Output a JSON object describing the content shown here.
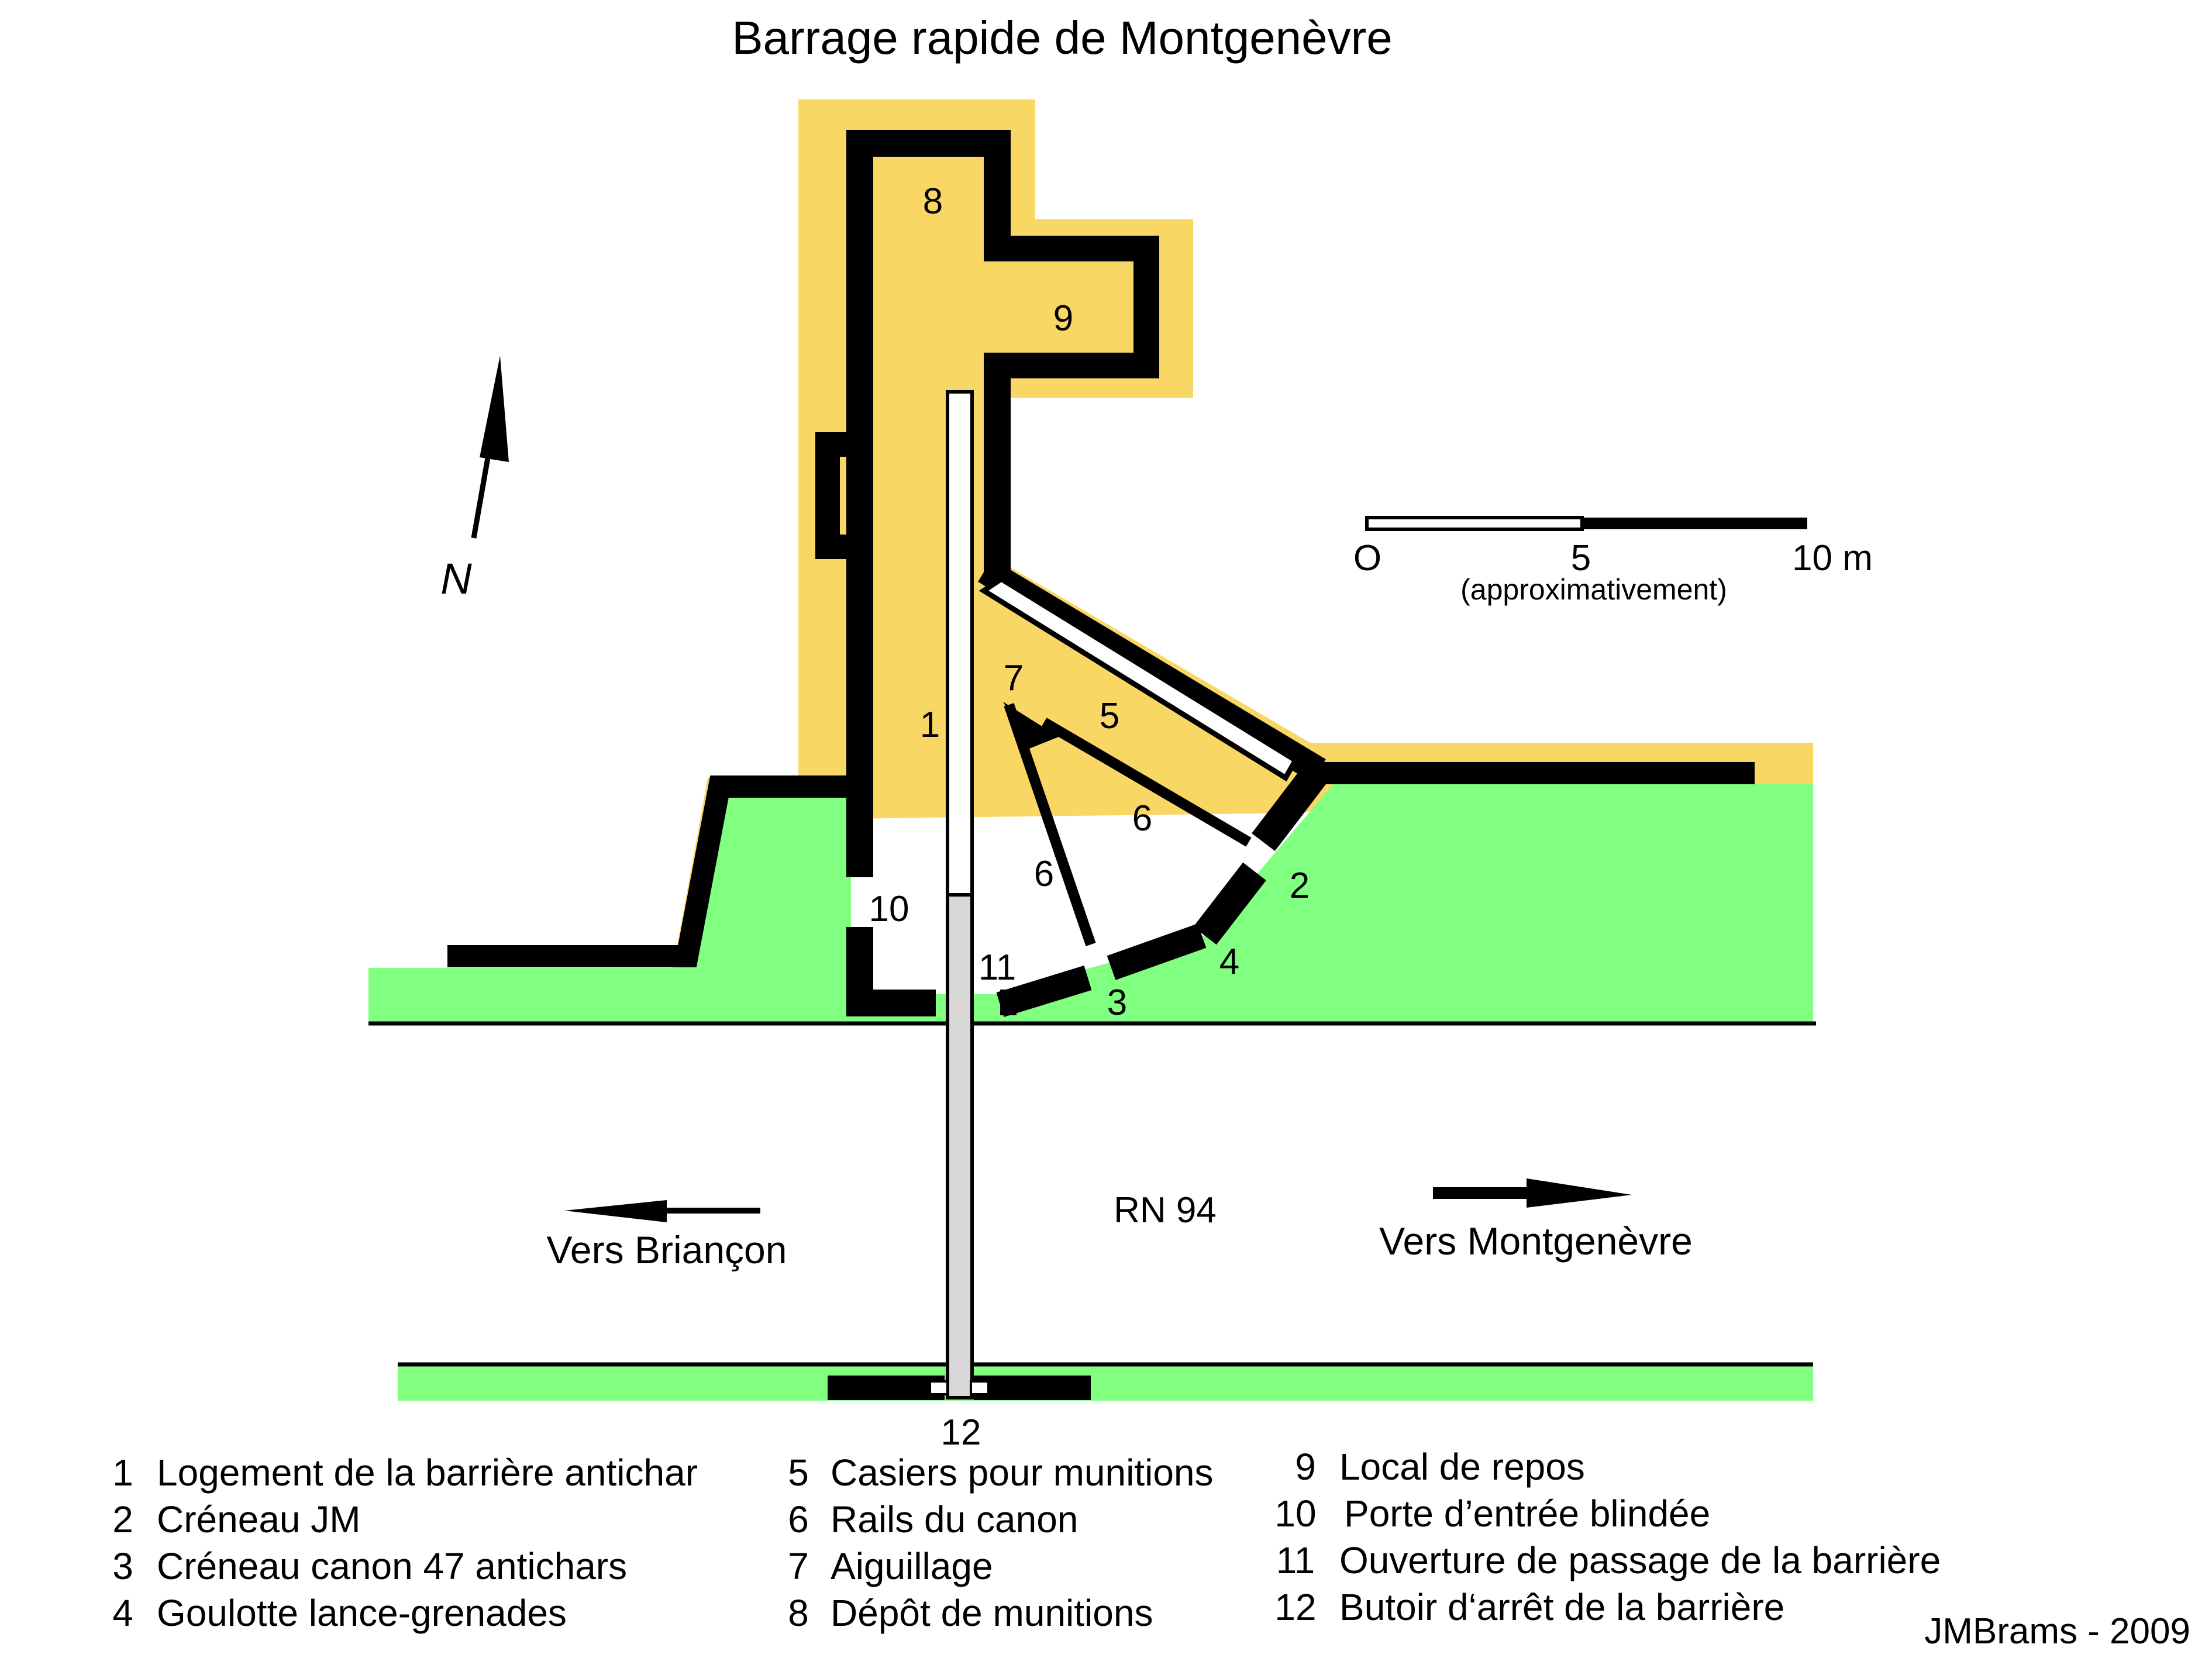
{
  "title": "Barrage rapide de Montgenèvre",
  "map_labels": {
    "n1": "1",
    "n2": "2",
    "n3": "3",
    "n4": "4",
    "n5": "5",
    "n6a": "6",
    "n6b": "6",
    "n7": "7",
    "n8": "8",
    "n9": "9",
    "n10": "10",
    "n11": "11",
    "n12": "12"
  },
  "road": {
    "name": "RN 94",
    "left_direction": "Vers Briançon",
    "right_direction": "Vers Montgenèvre"
  },
  "north_label": "N",
  "scale": {
    "label_start": "O",
    "label_mid": "5",
    "label_end": "10 m",
    "note": "(approximativement)"
  },
  "legend": [
    {
      "num": "1",
      "text": "Logement de la barrière antichar"
    },
    {
      "num": "2",
      "text": "Créneau JM"
    },
    {
      "num": "3",
      "text": "Créneau canon 47 antichars"
    },
    {
      "num": "4",
      "text": "Goulotte lance-grenades"
    },
    {
      "num": "5",
      "text": "Casiers pour munitions"
    },
    {
      "num": "6",
      "text": "Rails du canon"
    },
    {
      "num": "7",
      "text": "Aiguillage"
    },
    {
      "num": "8",
      "text": "Dépôt de munitions"
    },
    {
      "num": "9",
      "text": "Local de repos"
    },
    {
      "num": "10",
      "text": "Porte d’entrée blindée"
    },
    {
      "num": "11",
      "text": "Ouverture de passage de la barrière"
    },
    {
      "num": "12",
      "text": "Butoir d‘arrêt de la barrière"
    }
  ],
  "credit": "JMBrams - 2009",
  "colors": {
    "grass": "#80FF80",
    "earth": "#F8D04A",
    "wall": "#000000",
    "barrier_fill": "#D8D8D8"
  }
}
